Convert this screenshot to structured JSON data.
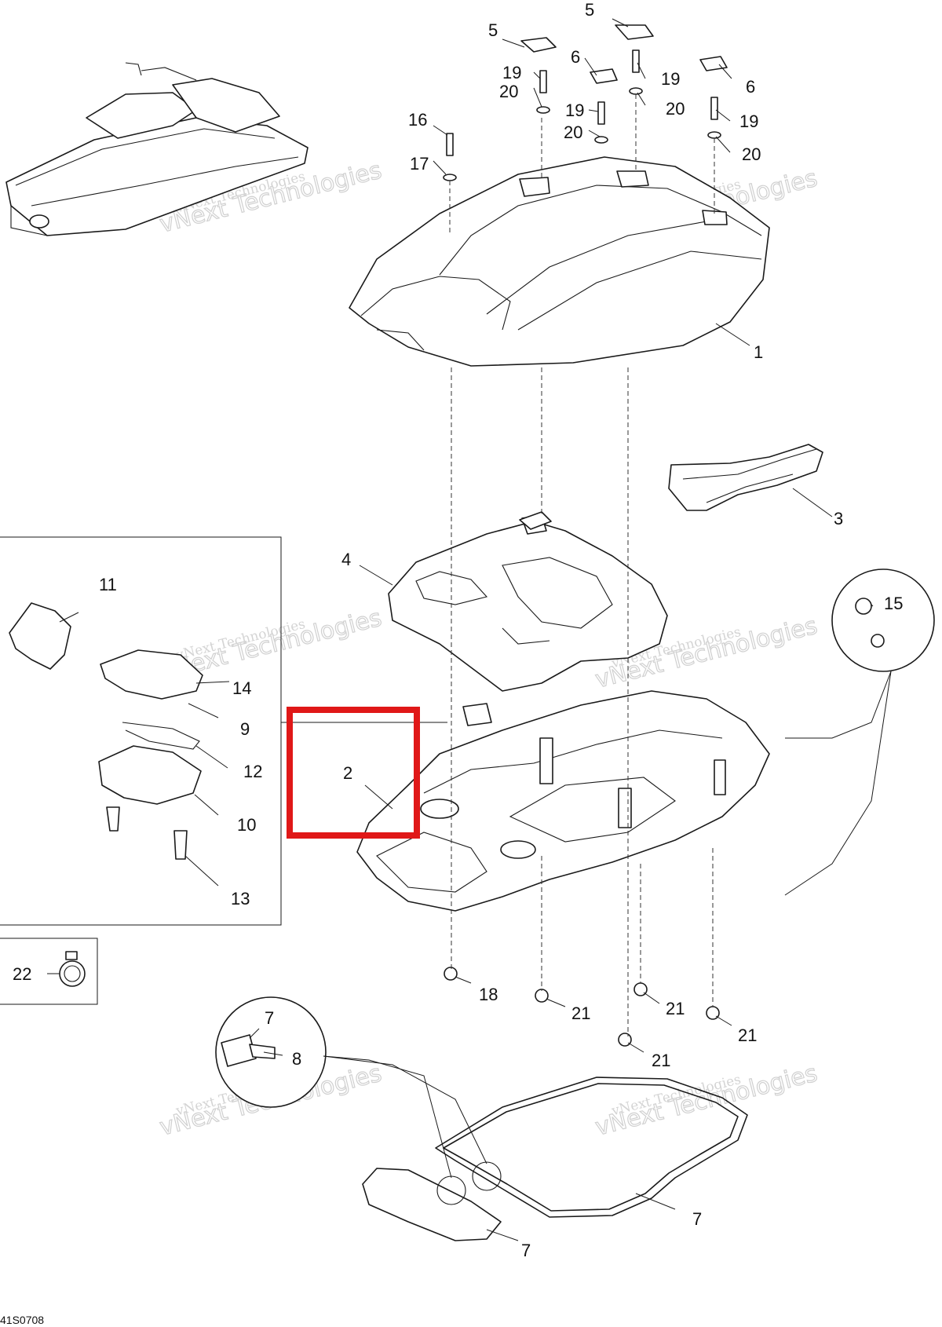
{
  "diagram": {
    "reference_code": "41S0708",
    "watermark_line1": "vNext Technologies",
    "watermark_line2": "vNext Technologies",
    "highlight_color": "#e01818",
    "callouts": [
      {
        "id": "c1",
        "label": "1"
      },
      {
        "id": "c2",
        "label": "2"
      },
      {
        "id": "c3",
        "label": "3"
      },
      {
        "id": "c4",
        "label": "4"
      },
      {
        "id": "c5a",
        "label": "5"
      },
      {
        "id": "c5b",
        "label": "5"
      },
      {
        "id": "c6a",
        "label": "6"
      },
      {
        "id": "c6b",
        "label": "6"
      },
      {
        "id": "c7a",
        "label": "7"
      },
      {
        "id": "c7b",
        "label": "7"
      },
      {
        "id": "c7c",
        "label": "7"
      },
      {
        "id": "c8",
        "label": "8"
      },
      {
        "id": "c9",
        "label": "9"
      },
      {
        "id": "c10",
        "label": "10"
      },
      {
        "id": "c11",
        "label": "11"
      },
      {
        "id": "c12",
        "label": "12"
      },
      {
        "id": "c13",
        "label": "13"
      },
      {
        "id": "c14",
        "label": "14"
      },
      {
        "id": "c15",
        "label": "15"
      },
      {
        "id": "c16",
        "label": "16"
      },
      {
        "id": "c17",
        "label": "17"
      },
      {
        "id": "c18",
        "label": "18"
      },
      {
        "id": "c19a",
        "label": "19"
      },
      {
        "id": "c19b",
        "label": "19"
      },
      {
        "id": "c19c",
        "label": "19"
      },
      {
        "id": "c19d",
        "label": "19"
      },
      {
        "id": "c20a",
        "label": "20"
      },
      {
        "id": "c20b",
        "label": "20"
      },
      {
        "id": "c20c",
        "label": "20"
      },
      {
        "id": "c20d",
        "label": "20"
      },
      {
        "id": "c21a",
        "label": "21"
      },
      {
        "id": "c21b",
        "label": "21"
      },
      {
        "id": "c21c",
        "label": "21"
      },
      {
        "id": "c21d",
        "label": "21"
      },
      {
        "id": "c22",
        "label": "22"
      }
    ]
  }
}
